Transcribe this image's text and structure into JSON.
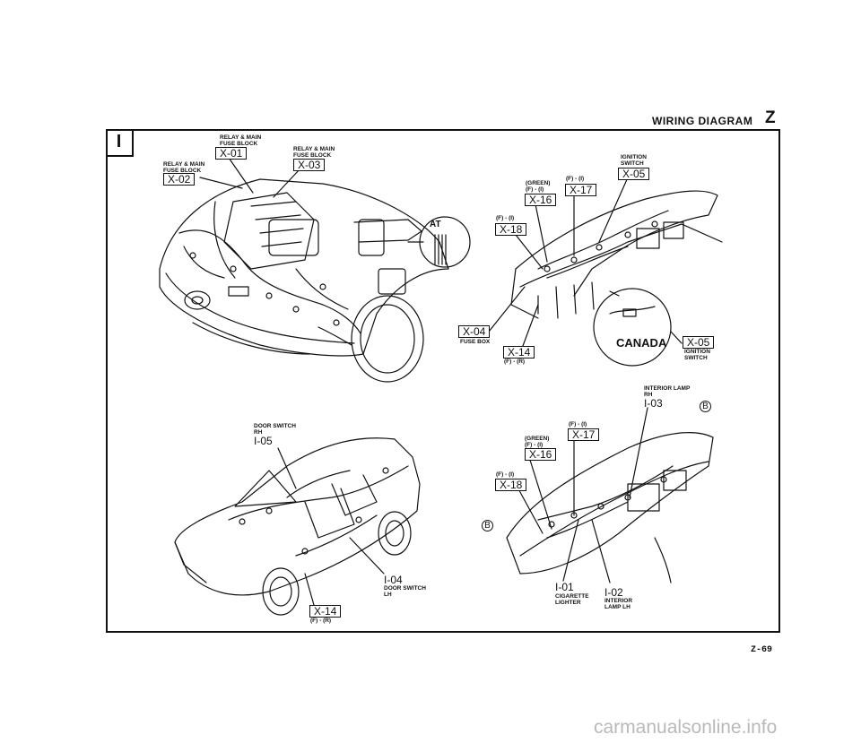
{
  "header": {
    "title": "WIRING DIAGRAM",
    "letter": "Z",
    "section": "I"
  },
  "page_number": "Z-69",
  "watermark": "carmanualsonline.info",
  "engine_bay": {
    "x01_label": "RELAY & MAIN FUSE BLOCK",
    "x01_code": "X-01",
    "x02_label": "RELAY & MAIN FUSE BLOCK",
    "x02_code": "X-02",
    "x03_label": "RELAY & MAIN FUSE BLOCK",
    "x03_code": "X-03",
    "at_label": "AT"
  },
  "dash": {
    "x05_label": "IGNITION SWITCH",
    "x05_code": "X-05",
    "x17_label": "(F) - (I)",
    "x17_code": "X-17",
    "x16_label": "(GREEN) (F) - (I)",
    "x16_code": "X-16",
    "x18_label": "(F) - (I)",
    "x18_code": "X-18",
    "x04_code": "X-04",
    "x04_label": "FUSE BOX",
    "x14_code": "X-14",
    "x14_label": "(F) - (R)",
    "canada_label": "CANADA",
    "x05b_code": "X-05",
    "x05b_label": "IGNITION SWITCH"
  },
  "body": {
    "i05_label": "DOOR SWITCH RH",
    "i05_code": "I-05",
    "i04_code": "I-04",
    "i04_label": "DOOR SWITCH LH",
    "x14_code": "X-14",
    "x14_label": "(F) - (R)"
  },
  "interior": {
    "i03_label": "INTERIOR LAMP RH",
    "i03_code": "I-03",
    "x17_label": "(F) - (I)",
    "x17_code": "X-17",
    "x16_label": "(GREEN) (F) - (I)",
    "x16_code": "X-16",
    "x18_label": "(F) - (I)",
    "x18_code": "X-18",
    "marker_b": "B",
    "i01_code": "I-01",
    "i01_label": "CIGARETTE LIGHTER",
    "i02_code": "I-02",
    "i02_label": "INTERIOR LAMP LH"
  }
}
